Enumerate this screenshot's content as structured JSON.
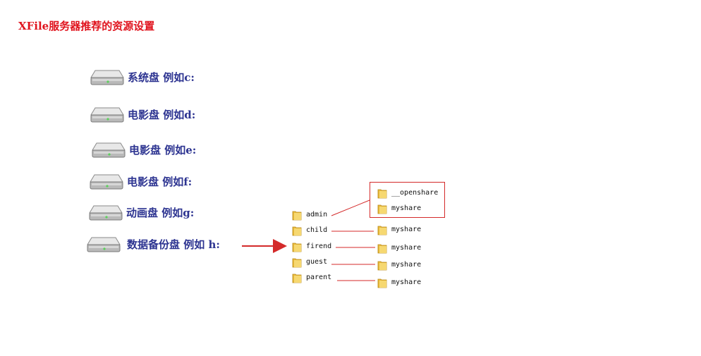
{
  "title": "XFile服务器推荐的资源设置",
  "drives": [
    {
      "label": "系统盘 例如c:"
    },
    {
      "label": "电影盘 例如d:"
    },
    {
      "label": "电影盘 例如e:"
    },
    {
      "label": "电影盘 例如f:"
    },
    {
      "label": "动画盘 例如g:"
    },
    {
      "label": "数据备份盘 例如 h:"
    }
  ],
  "folders": [
    "admin",
    "child",
    "firend",
    "guest",
    "parent"
  ],
  "admin_subfolders": [
    "__openshare",
    "myshare"
  ],
  "subfolders": [
    "myshare",
    "myshare",
    "myshare",
    "myshare"
  ],
  "colors": {
    "title": "#e0141e",
    "drive_label": "#2d3491",
    "arrow": "#d42a2a",
    "connector": "#d42a2a"
  }
}
